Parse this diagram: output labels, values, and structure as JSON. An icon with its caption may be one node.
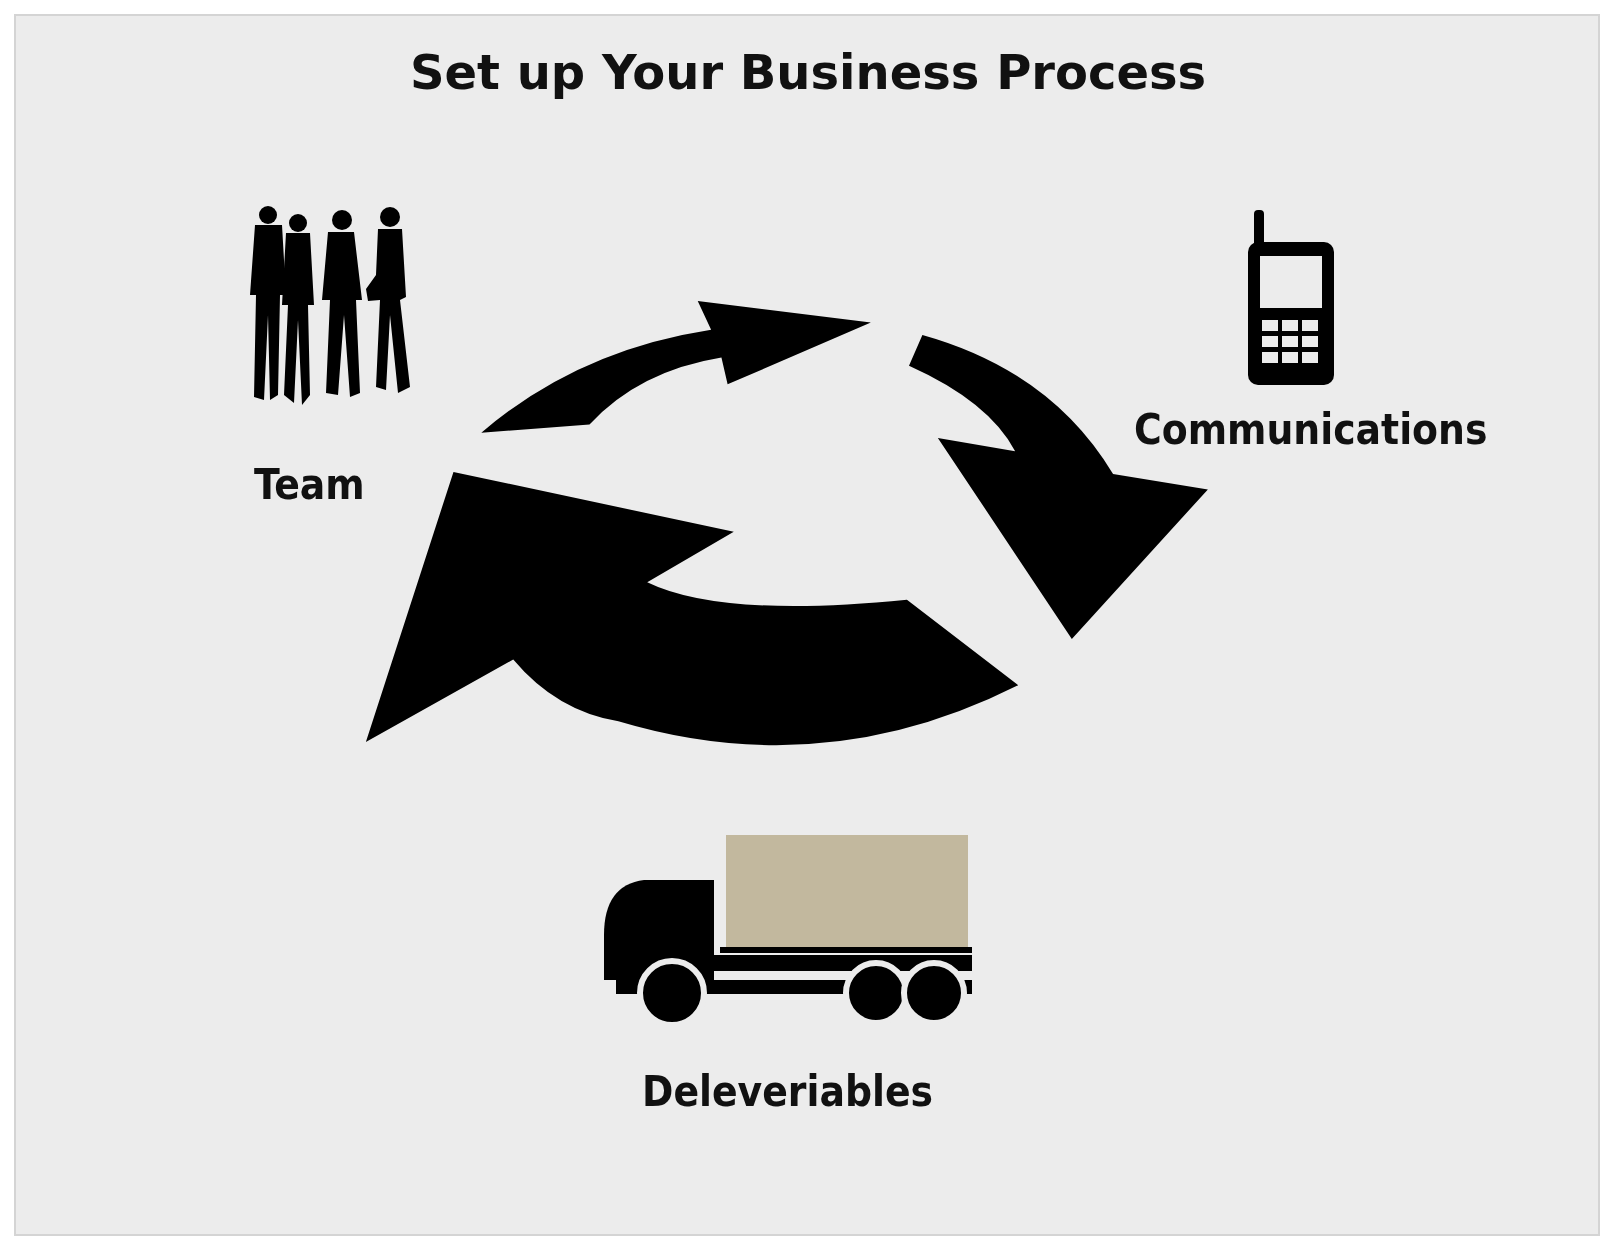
{
  "diagram": {
    "title": "Set up Your Business Process",
    "nodes": [
      {
        "text": [
          "Team"
        ]
      },
      {
        "text": [
          "Communications"
        ]
      },
      {
        "text": [
          "Deleveriables"
        ]
      }
    ]
  }
}
